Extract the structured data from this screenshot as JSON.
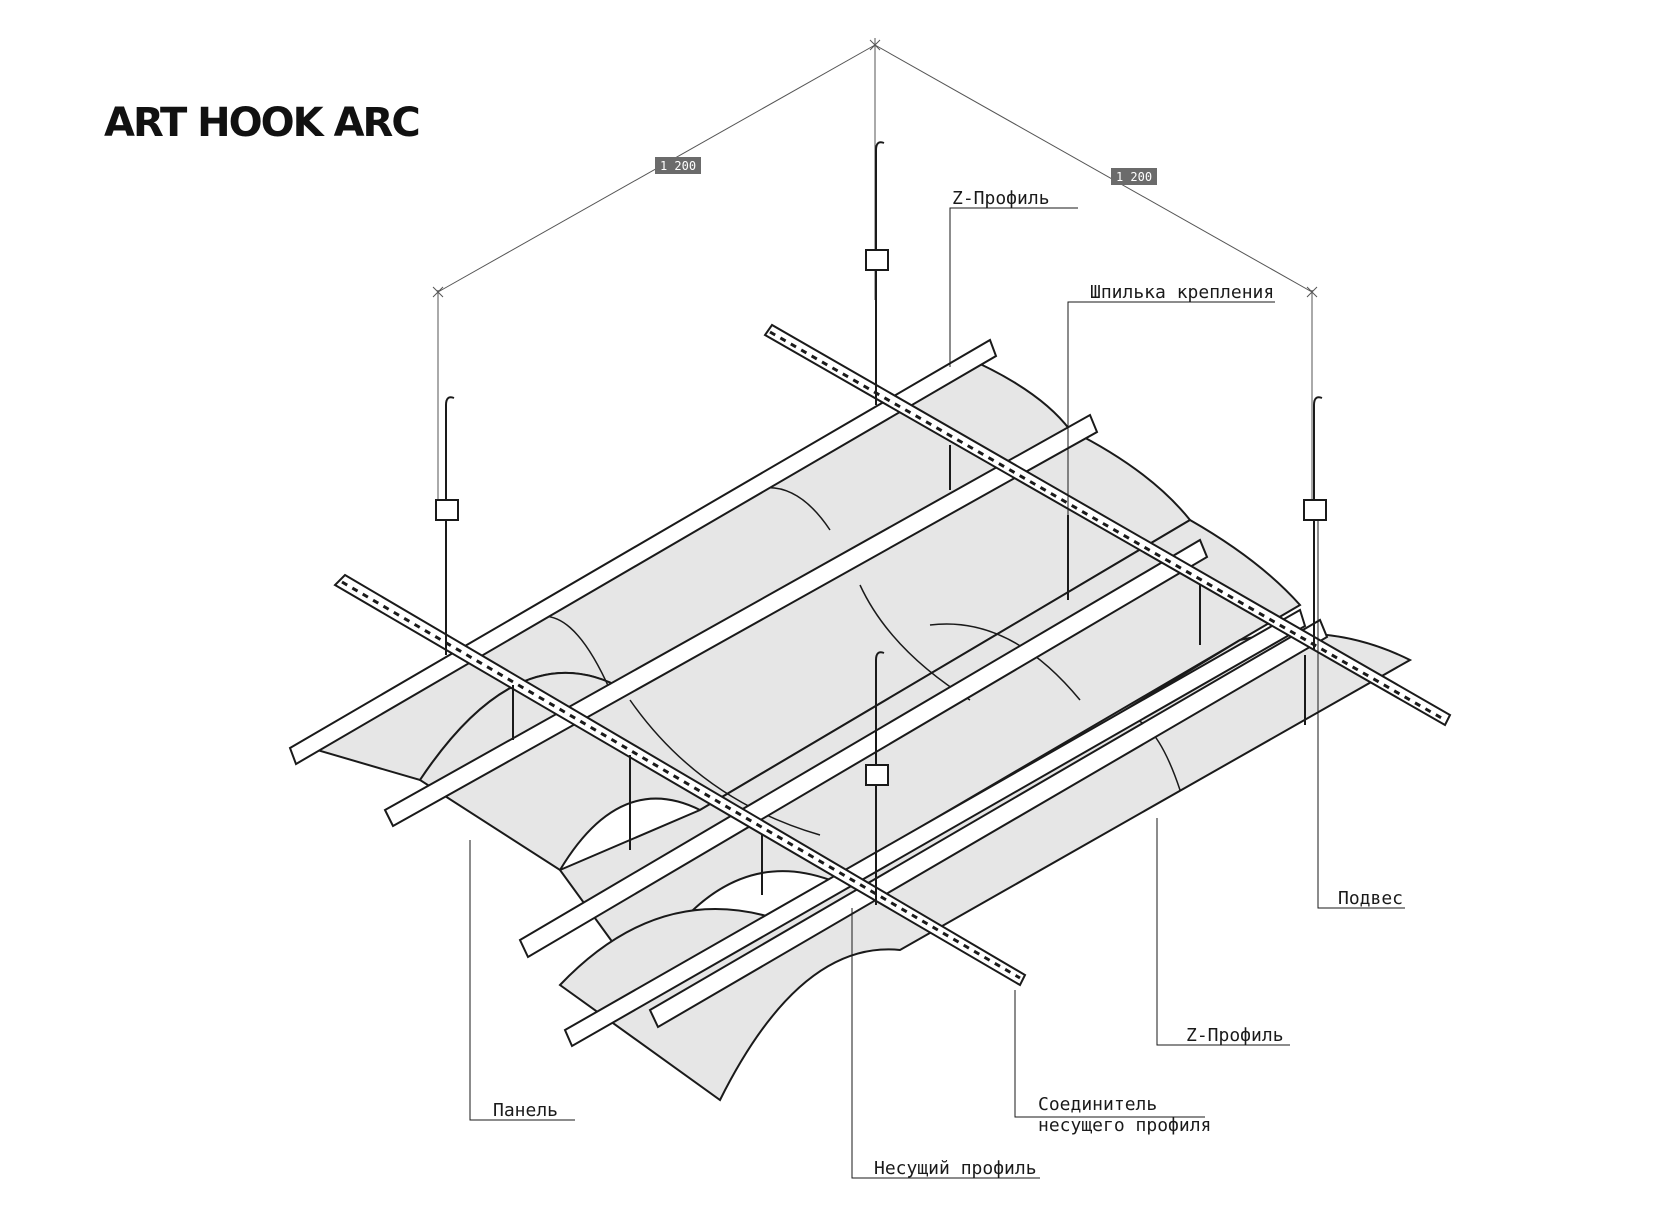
{
  "title": "ART HOOK ARC",
  "dimensions": {
    "left": "1 200",
    "right": "1 200"
  },
  "labels": {
    "z_profile_top": "Z-Профиль",
    "pin": "Шпилька крепления",
    "hanger": "Подвес",
    "z_profile_bottom": "Z-Профиль",
    "connector_line1": "Соединитель",
    "connector_line2": "несущего профиля",
    "carrier": "Несущий профиль",
    "panel": "Панель"
  },
  "colors": {
    "line": "#1a1a1a",
    "panel_fill": "#e6e6e6",
    "dim_badge": "#6b6b6b"
  }
}
